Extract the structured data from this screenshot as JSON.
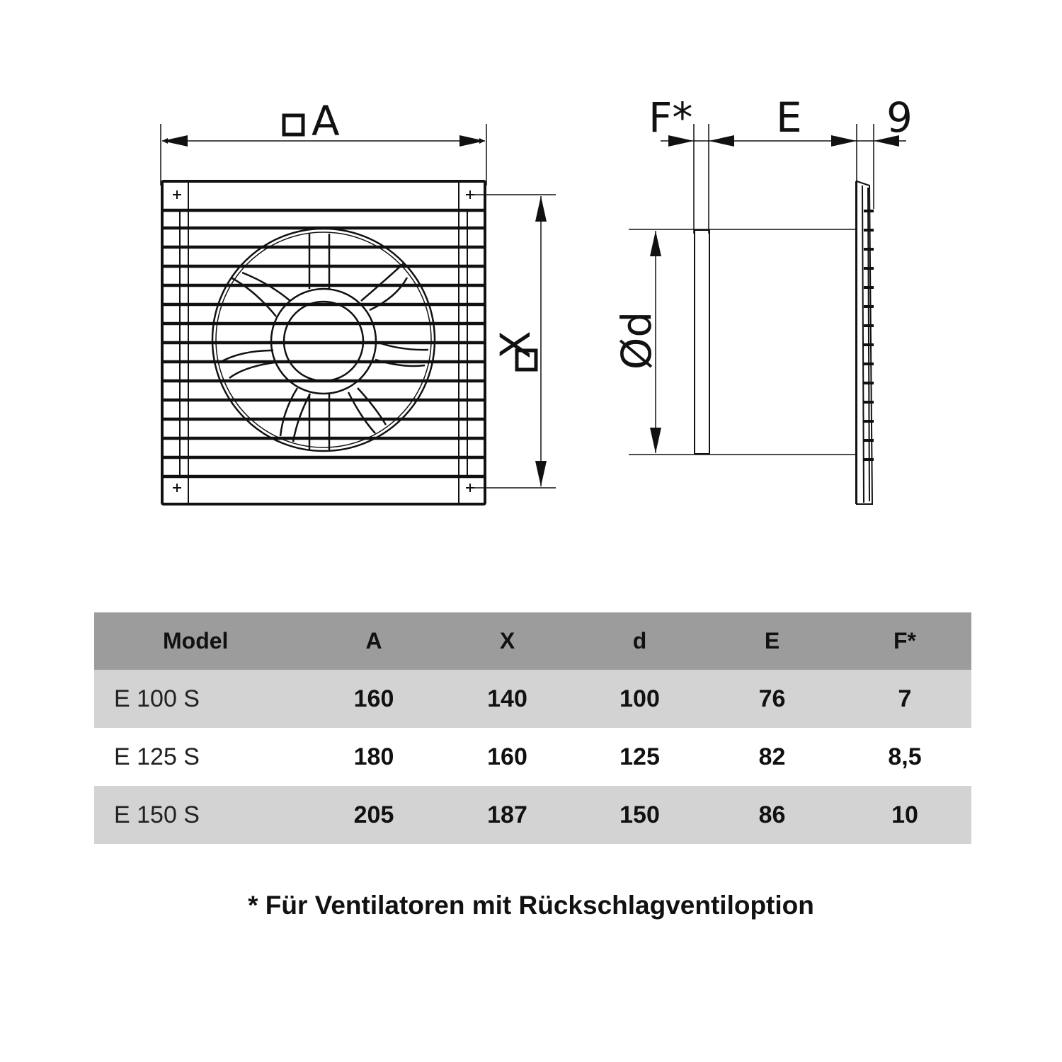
{
  "drawing": {
    "front_view": {
      "width_label": "A",
      "width_symbol": "square",
      "height_label": "X",
      "height_symbol": "square",
      "corner_marks": [
        "+",
        "+",
        "+",
        "+"
      ]
    },
    "side_view": {
      "diameter_label": "Ød",
      "dim_f_label": "F*",
      "dim_e_label": "E",
      "dim_grille_label": "9"
    }
  },
  "table": {
    "headers": [
      "Model",
      "A",
      "X",
      "d",
      "E",
      "F*"
    ],
    "rows": [
      {
        "model": "E 100 S",
        "A": "160",
        "X": "140",
        "d": "100",
        "E": "76",
        "F": "7"
      },
      {
        "model": "E 125 S",
        "A": "180",
        "X": "160",
        "d": "125",
        "E": "82",
        "F": "8,5"
      },
      {
        "model": "E 150 S",
        "A": "205",
        "X": "187",
        "d": "150",
        "E": "86",
        "F": "10"
      }
    ]
  },
  "footnote": "* Für Ventilatoren mit Rückschlagventiloption",
  "colors": {
    "header_bg": "#9c9c9c",
    "row_shade_bg": "#d3d3d3",
    "row_plain_bg": "#ffffff",
    "line": "#111111"
  }
}
